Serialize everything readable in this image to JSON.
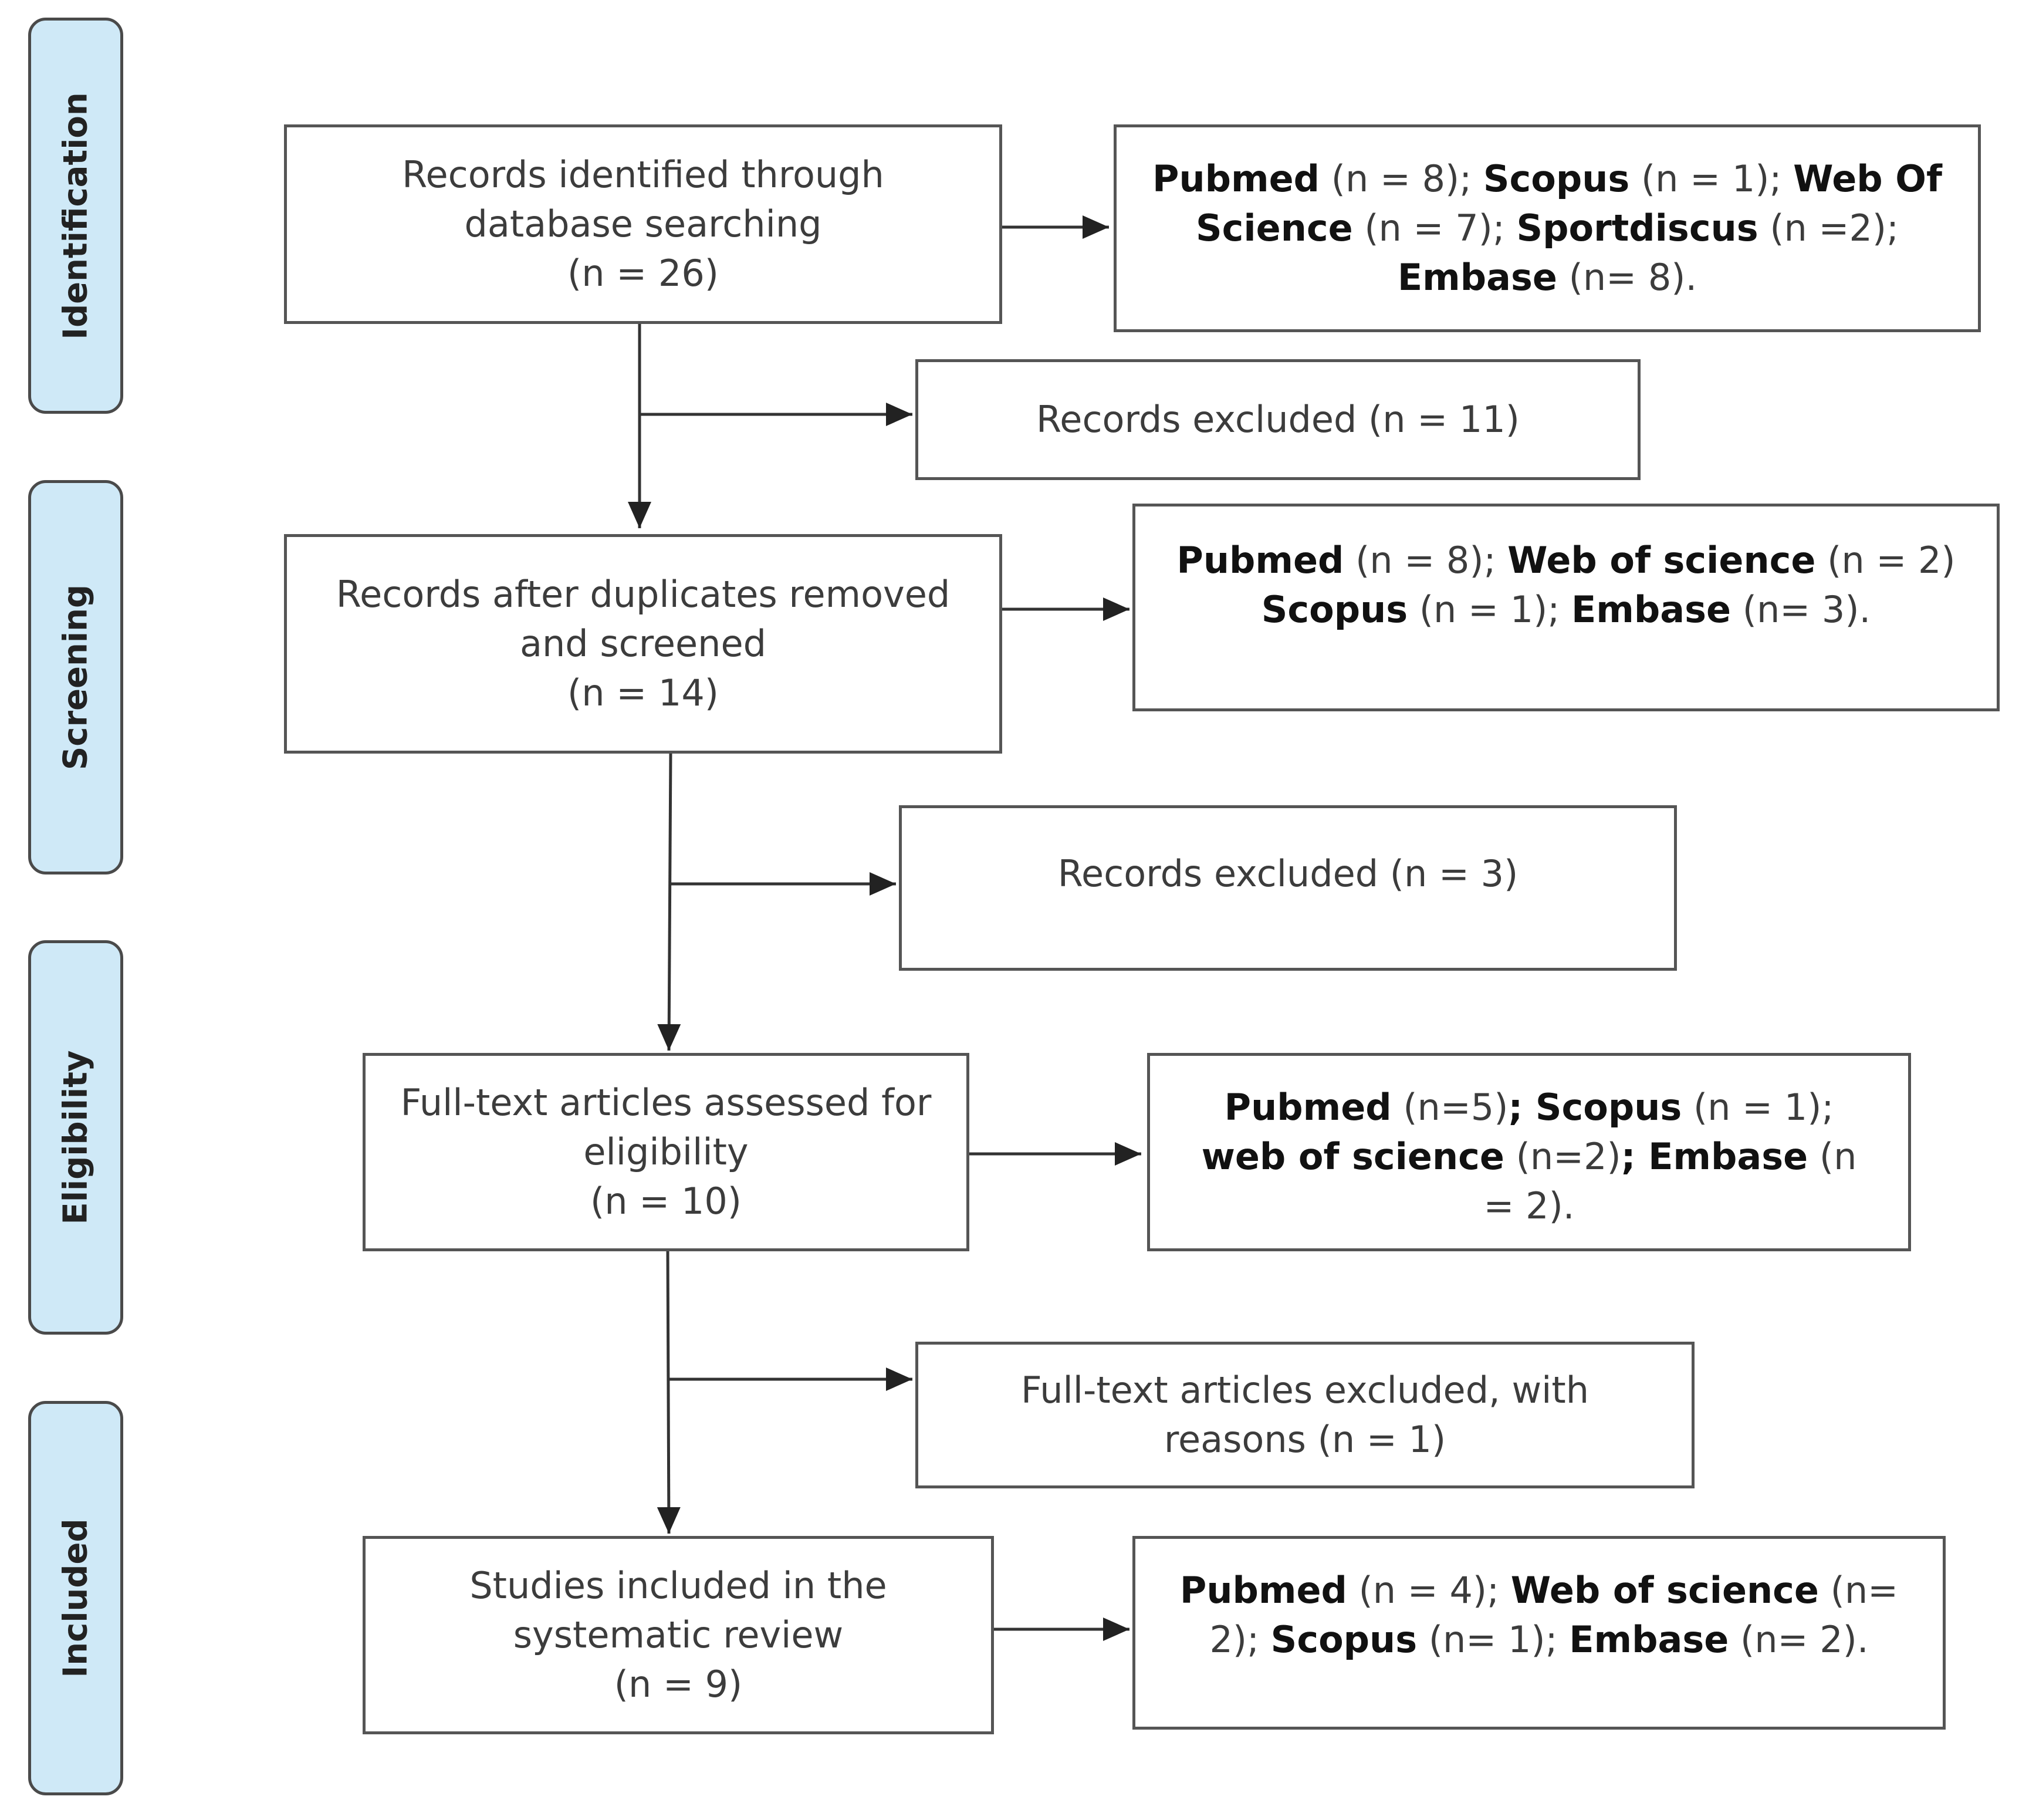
{
  "phases": {
    "identification": "Identification",
    "screening": "Screening",
    "eligibility": "Eligibility",
    "included": "Included"
  },
  "boxes": {
    "identified": [
      "Records identified through",
      "database searching",
      "(n = 26)"
    ],
    "screened": [
      "Records after duplicates removed",
      "and screened",
      "(n = 14)"
    ],
    "fulltext": [
      "Full-text articles assessed for",
      "eligibility",
      "(n = 10)"
    ],
    "included": [
      "Studies included in the",
      "systematic review",
      "(n = 9)"
    ],
    "excluded_1": "Records excluded (n = 11)",
    "excluded_2": "Records excluded (n = 3)",
    "excluded_3": [
      "Full-text articles excluded, with",
      "reasons (n = 1)"
    ]
  },
  "sources": {
    "identification": [
      [
        {
          "b": "Pubmed"
        },
        {
          "t": " (n = 8); "
        },
        {
          "b": "Scopus"
        },
        {
          "t": " (n = 1); "
        },
        {
          "b": "Web Of"
        }
      ],
      [
        {
          "b": "Science"
        },
        {
          "t": " (n = 7); "
        },
        {
          "b": "Sportdiscus"
        },
        {
          "t": " (n =2);"
        }
      ],
      [
        {
          "b": "Embase"
        },
        {
          "t": " (n= 8)."
        }
      ]
    ],
    "screening": [
      [
        {
          "b": "Pubmed"
        },
        {
          "t": " (n = 8); "
        },
        {
          "b": "Web of science"
        },
        {
          "t": " (n = 2)"
        }
      ],
      [
        {
          "b": "Scopus"
        },
        {
          "t": " (n = 1); "
        },
        {
          "b": "Embase"
        },
        {
          "t": " (n= 3)."
        }
      ]
    ],
    "eligibility": [
      [
        {
          "b": "Pubmed"
        },
        {
          "t": " (n=5)"
        },
        {
          "b": "; Scopus"
        },
        {
          "t": " (n = 1);"
        }
      ],
      [
        {
          "b": "web of science"
        },
        {
          "t": " (n=2)"
        },
        {
          "b": "; Embase"
        },
        {
          "t": " (n"
        }
      ],
      [
        {
          "t": "= 2)."
        }
      ]
    ],
    "included": [
      [
        {
          "b": "Pubmed"
        },
        {
          "t": " (n = 4); "
        },
        {
          "b": "Web of science"
        },
        {
          "t": " (n="
        }
      ],
      [
        {
          "t": "2); "
        },
        {
          "b": "Scopus"
        },
        {
          "t": " (n= 1); "
        },
        {
          "b": "Embase"
        },
        {
          "t": " (n= 2)."
        }
      ]
    ]
  }
}
